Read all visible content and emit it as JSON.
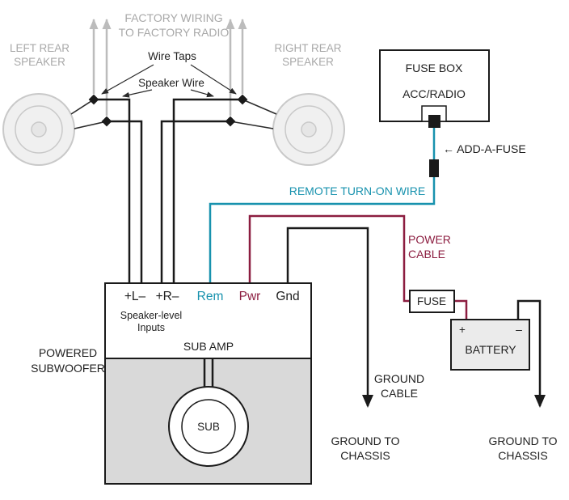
{
  "colors": {
    "remote": "#1892ae",
    "power": "#8c1d40",
    "factory_gray": "#a8a8a8",
    "wire_black": "#1a1a1a"
  },
  "labels": {
    "left_speaker_1": "LEFT REAR",
    "left_speaker_2": "SPEAKER",
    "right_speaker_1": "RIGHT REAR",
    "right_speaker_2": "SPEAKER",
    "factory_1": "FACTORY WIRING",
    "factory_2": "TO FACTORY RADIO",
    "wire_taps": "Wire Taps",
    "speaker_wire": "Speaker Wire",
    "add_a_fuse": "← ADD-A-FUSE",
    "remote_wire": "REMOTE TURN-ON WIRE",
    "power_cable_1": "POWER",
    "power_cable_2": "CABLE",
    "ground_cable_1": "GROUND",
    "ground_cable_2": "CABLE",
    "ground_chassis_left_1": "GROUND TO",
    "ground_chassis_left_2": "CHASSIS",
    "ground_chassis_right_1": "GROUND TO",
    "ground_chassis_right_2": "CHASSIS",
    "powered_sub_1": "POWERED",
    "powered_sub_2": "SUBWOOFER"
  },
  "fuse_box": {
    "title": "FUSE BOX",
    "slot": "ACC/RADIO"
  },
  "amp": {
    "name": "SUB AMP",
    "inputs_1": "Speaker-level",
    "inputs_2": "Inputs",
    "terminals": {
      "left": "+L–",
      "right": "+R–",
      "rem": "Rem",
      "pwr": "Pwr",
      "gnd": "Gnd"
    }
  },
  "sub_label": "SUB",
  "fuse_label": "FUSE",
  "battery": {
    "name": "BATTERY",
    "plus": "+",
    "minus": "–"
  }
}
